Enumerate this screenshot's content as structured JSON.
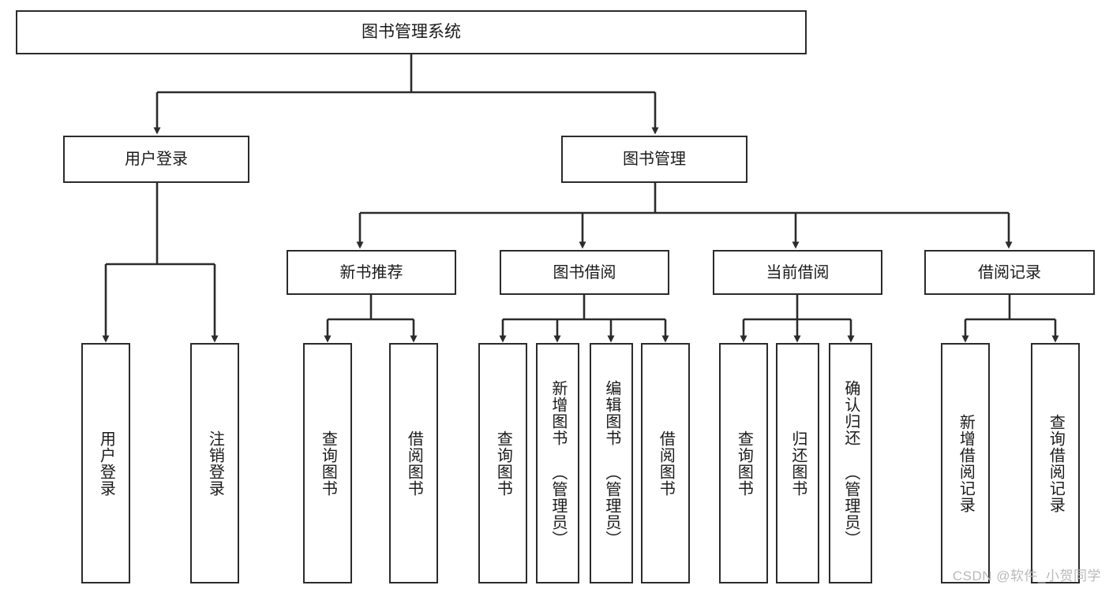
{
  "diagram": {
    "title": "图书管理系统",
    "type": "功能结构图",
    "watermark": "CSDN @软件_小贺同学",
    "colors": {
      "box_border": "#2b2b2b",
      "box_fill": "#ffffff",
      "connector": "#2b2b2b",
      "text": "#1a1a1a",
      "watermark": "#b9b9b9",
      "background": "#ffffff"
    },
    "root": {
      "label": "图书管理系统"
    },
    "level2": [
      {
        "label": "用户登录"
      },
      {
        "label": "图书管理"
      }
    ],
    "level3": [
      {
        "label": "新书推荐"
      },
      {
        "label": "图书借阅"
      },
      {
        "label": "当前借阅"
      },
      {
        "label": "借阅记录"
      }
    ],
    "leaves": {
      "user_login": [
        {
          "label": "用户登录"
        },
        {
          "label": "注销登录"
        }
      ],
      "new_book_recommend": [
        {
          "label": "查询图书"
        },
        {
          "label": "借阅图书"
        }
      ],
      "book_borrow": [
        {
          "label": "查询图书"
        },
        {
          "label": "新增图书 （管理员）"
        },
        {
          "label": "编辑图书 （管理员）"
        },
        {
          "label": "借阅图书"
        }
      ],
      "current_borrow": [
        {
          "label": "查询图书"
        },
        {
          "label": "归还图书"
        },
        {
          "label": "确认归还 （管理员）"
        }
      ],
      "borrow_record": [
        {
          "label": "新增借阅记录"
        },
        {
          "label": "查询借阅记录"
        }
      ]
    }
  }
}
